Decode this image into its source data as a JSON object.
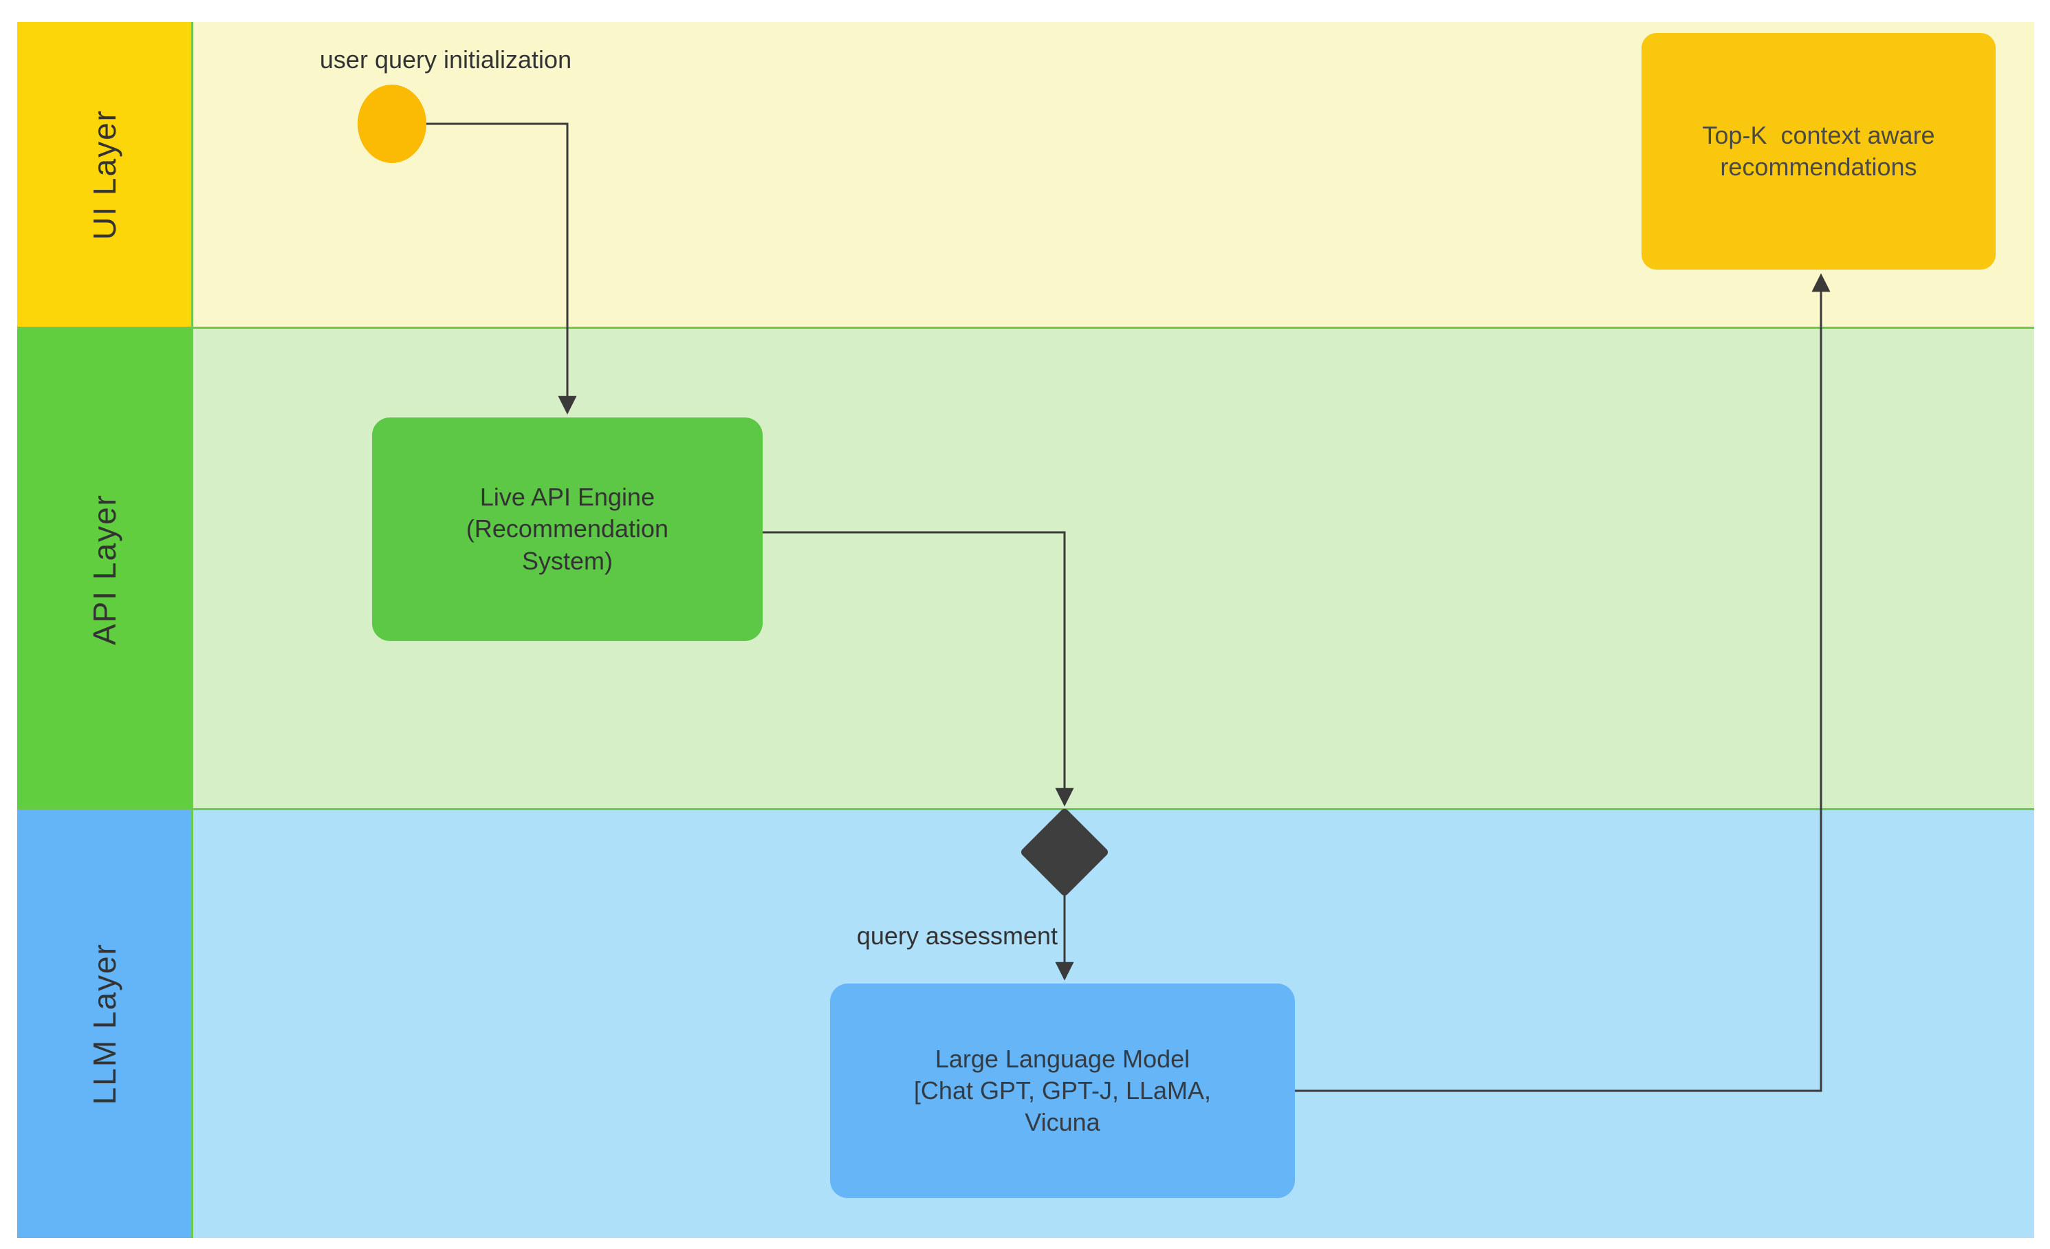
{
  "diagram": {
    "lanes": [
      {
        "id": "ui",
        "label": "UI Layer",
        "header_color": "#fdd60a",
        "body_color": "#faf7cb"
      },
      {
        "id": "api",
        "label": "API Layer",
        "header_color": "#60ce3e",
        "body_color": "#d6efc7"
      },
      {
        "id": "llm",
        "label": "LLM Layer",
        "header_color": "#63b5f8",
        "body_color": "#aee0fa"
      }
    ],
    "nodes": {
      "start": {
        "type": "start-event",
        "label": "user query initialization",
        "color": "#fbbb04"
      },
      "api_engine": {
        "type": "process",
        "lines": [
          "Live API Engine",
          "(Recommendation",
          "System)"
        ],
        "color": "#5cc845"
      },
      "decision": {
        "type": "decision",
        "label": "query assessment",
        "color": "#3e3e3e"
      },
      "llm_model": {
        "type": "process",
        "lines": [
          "Large Language Model",
          "[Chat GPT, GPT-J, LLaMA,",
          "Vicuna"
        ],
        "color": "#65b5f7"
      },
      "output": {
        "type": "output",
        "lines": [
          "Top-K  context aware",
          "recommendations"
        ],
        "color": "#f8c70e"
      }
    },
    "colors": {
      "connector": "#3a3a3a",
      "lane_border": "#6fc84e",
      "text": "#333333"
    }
  }
}
